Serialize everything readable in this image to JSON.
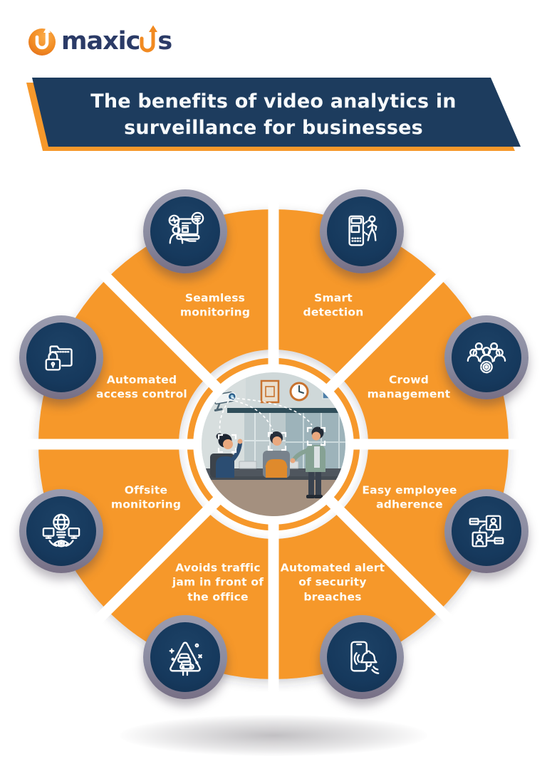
{
  "brand": {
    "name": "maxicus",
    "part1": "maxic",
    "part2": "s"
  },
  "title": {
    "line1": "The benefits of video analytics in",
    "line2": "surveillance for businesses"
  },
  "colors": {
    "wheel_orange": "#F6982B",
    "node_navy": "#16395D",
    "node_ring_gray": "#8A8BA0",
    "banner_navy": "#1D3C5E",
    "banner_accent_orange": "#F6982B",
    "brand_navy": "#2B3B67",
    "brand_orange": "#F18A21",
    "label_text": "#FFFDF6"
  },
  "wheel": {
    "segments": [
      {
        "label": "Seamless monitoring",
        "icon": "operator-monitoring-screens-icon"
      },
      {
        "label": "Smart detection",
        "icon": "scanner-person-detection-icon"
      },
      {
        "label": "Crowd management",
        "icon": "crowd-with-gear-icon"
      },
      {
        "label": "Easy employee adherence",
        "icon": "employee-id-cards-network-icon"
      },
      {
        "label": "Automated alert of security breaches",
        "icon": "phone-bell-alert-icon"
      },
      {
        "label": "Avoids traffic jam in front of the office",
        "icon": "traffic-jam-sign-icon"
      },
      {
        "label": "Offsite monitoring",
        "icon": "globe-monitors-eye-icon"
      },
      {
        "label": "Automated access control",
        "icon": "secured-folder-padlock-icon"
      }
    ],
    "center_image": {
      "description": "Office scene with a CCTV camera face-detecting three employees"
    }
  }
}
